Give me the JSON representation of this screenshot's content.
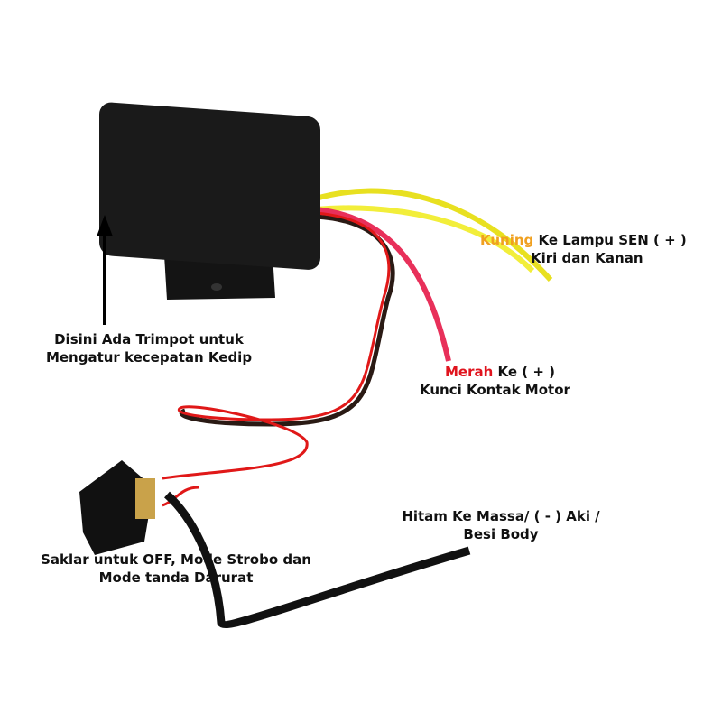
{
  "colors": {
    "yellow_label": "#f0a020",
    "red_label": "#e0141e",
    "text": "#111111"
  },
  "labels": {
    "yellow": {
      "color_word": "Kuning",
      "line1_rest": " Ke Lampu SEN ( + )",
      "line2": "Kiri dan Kanan"
    },
    "red": {
      "color_word": "Merah",
      "line1_rest": " Ke ( + )",
      "line2": "Kunci Kontak Motor"
    },
    "trimpot": {
      "line1": "Disini Ada Trimpot untuk",
      "line2": "Mengatur kecepatan Kedip"
    },
    "switch": {
      "line1": "Saklar untuk OFF,  Mode Strobo dan",
      "line2": "Mode tanda Darurat"
    },
    "black": {
      "line1": "Hitam Ke Massa/ ( - ) Aki /",
      "line2": "Besi Body"
    }
  }
}
